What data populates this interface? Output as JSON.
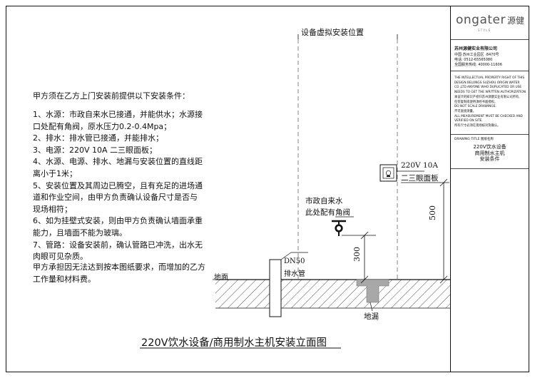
{
  "brand": {
    "logo_text": "ongater",
    "logo_cn": "源健",
    "tagline": "S T Y L E",
    "company": "苏州源健实业有限公司",
    "address": "中国·苏州工业园区 ·8470号",
    "tel": "电话: 0512-65565080",
    "hotline": "全国服务热线: 40000-11606"
  },
  "notice": [
    "THE INTELLECTUAL PROPERTY RIGHT OF THIS",
    "DESIGN BELONGS SUZHOU ORIGIN WATER",
    "CO.,LTD.ANYONE WHO DUPLICATED OR USE",
    "NEEDS TO GET THE WRITTEN AUTHORIZATION",
    "本设计的知识产权归苏州源健实业有限公司所有,",
    "任何复制或使用须经书面授权。",
    "DO NOT SCALE DRAWINGS.",
    "不可直接测量。",
    "ALL MEASUREMENT MUST BE CHECKED AND",
    "VERIFIED ON SITE.",
    "所有尺寸必须在现场核对及确认。"
  ],
  "drawing_title_label": "DRAWING TITLE  图纸名称",
  "drawing_title": [
    "220V饮水设备",
    "商用制水主机",
    "安装条件"
  ],
  "left_text": {
    "intro": "甲方须在乙方上门安装前提供以下安装条件：",
    "conditions": [
      "1、水源：市政自来水已接通，并能供水；水源接口处配有角阀，原水压力0.2-0.4Mpa；",
      "2、排水：排水管已接通，并能排水；",
      "3、电源：220V 10A 二三眼面板；",
      "4、水源、电源、排水、地漏与安装位置的直线距离小于1米；",
      "5、安装位置及其周边已腾空，且有充足的进场通道和作业空间，由甲方负责确认设备尺寸是否与现场相符；",
      "6、如为挂壁式安装，则由甲方负责确认墙面承重能力，且墙面不能为玻璃。",
      "7、管路：设备安装前，确认管路已冲洗，出水无肉眼可见杂质。"
    ],
    "footnote": "甲方承担因无法达到按本图纸要求，而增加的乙方工作量和材料费。"
  },
  "diagram": {
    "virtual_position": "设备虚拟安装位置",
    "socket_label": [
      "220V 10A",
      "二三眼面板"
    ],
    "water_label": [
      "市政自来水",
      "此处配有角阀"
    ],
    "drain_label": [
      "DN50",
      "排水管"
    ],
    "ground_label": "地面",
    "floor_drain_label": "地漏",
    "dim_500": "500",
    "dim_300": "300"
  },
  "main_title": "220V饮水设备/商用制水主机安装立面图"
}
